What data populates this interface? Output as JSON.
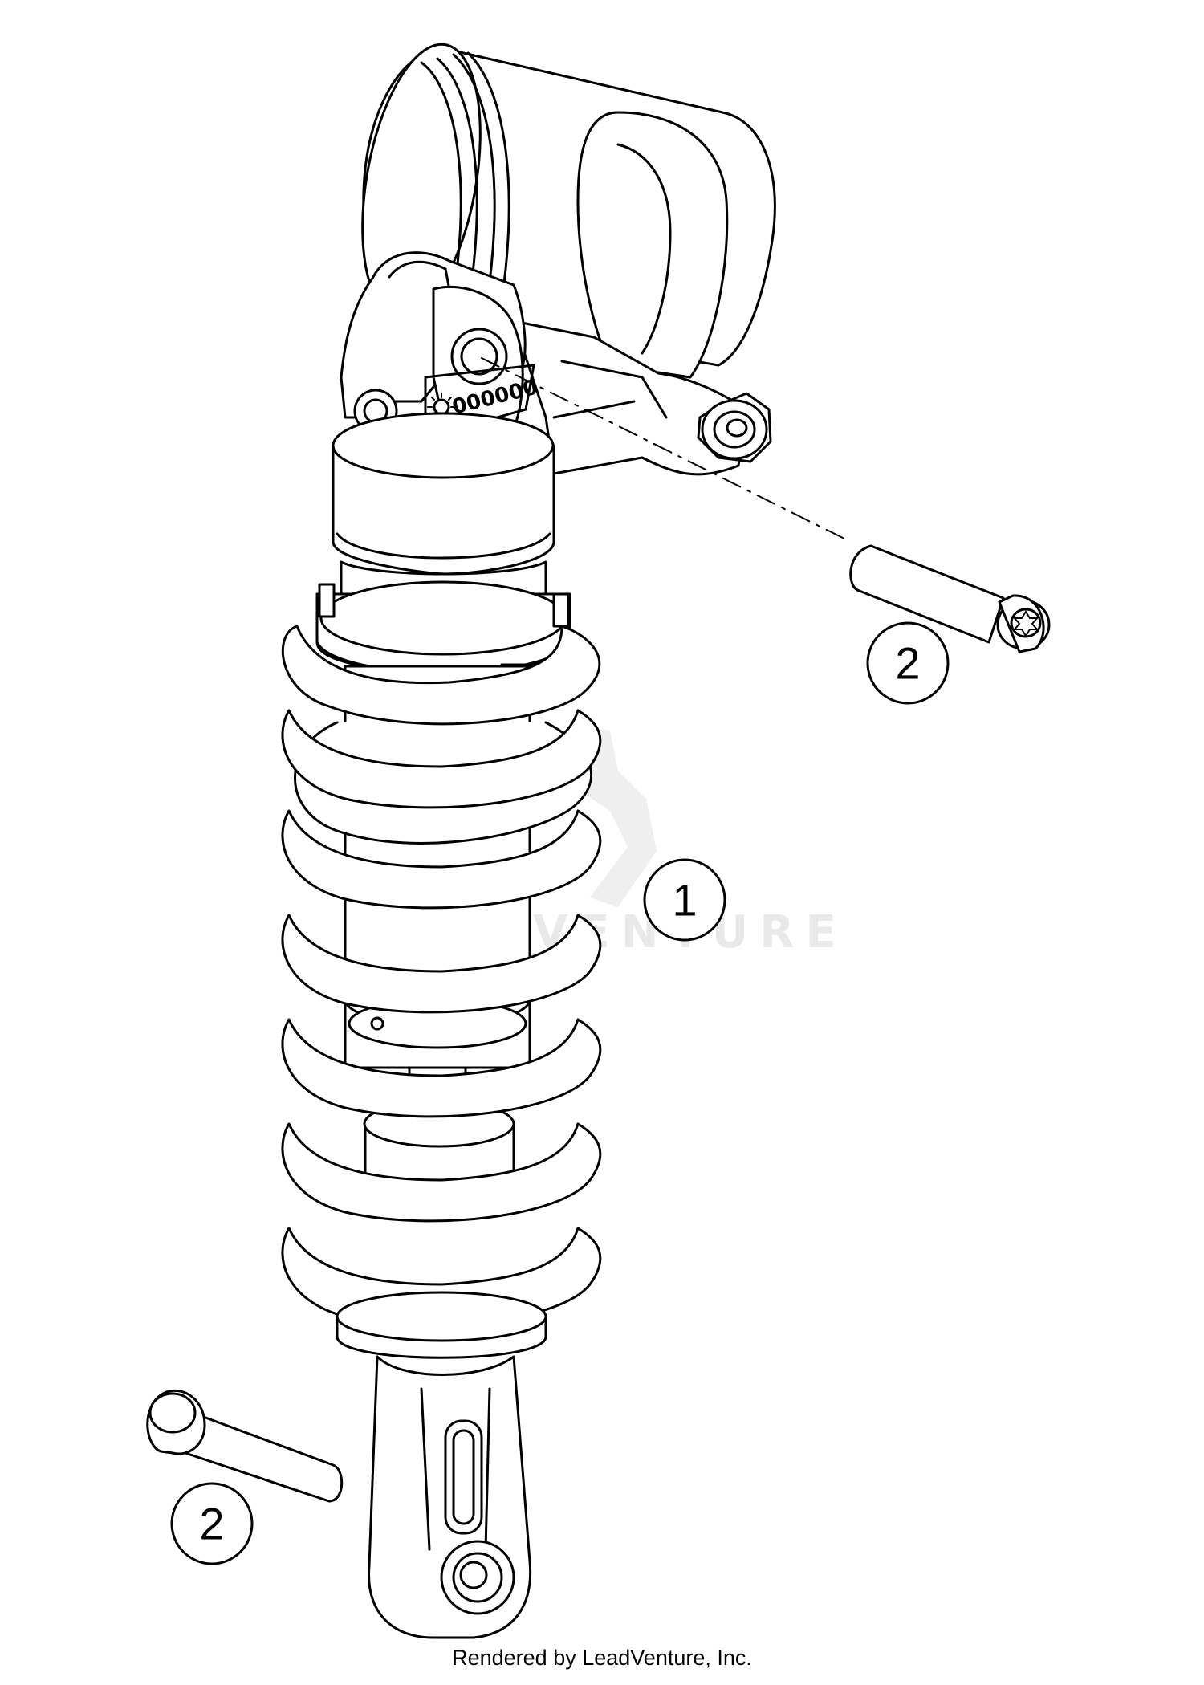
{
  "diagram": {
    "component_marking": "000000",
    "watermark_text": "LEADVENTURE",
    "credit": "Rendered by LeadVenture, Inc.",
    "callouts": [
      {
        "id": "shock-absorber",
        "label": "1"
      },
      {
        "id": "upper-bolt",
        "label": "2"
      },
      {
        "id": "lower-bolt",
        "label": "2"
      }
    ]
  }
}
